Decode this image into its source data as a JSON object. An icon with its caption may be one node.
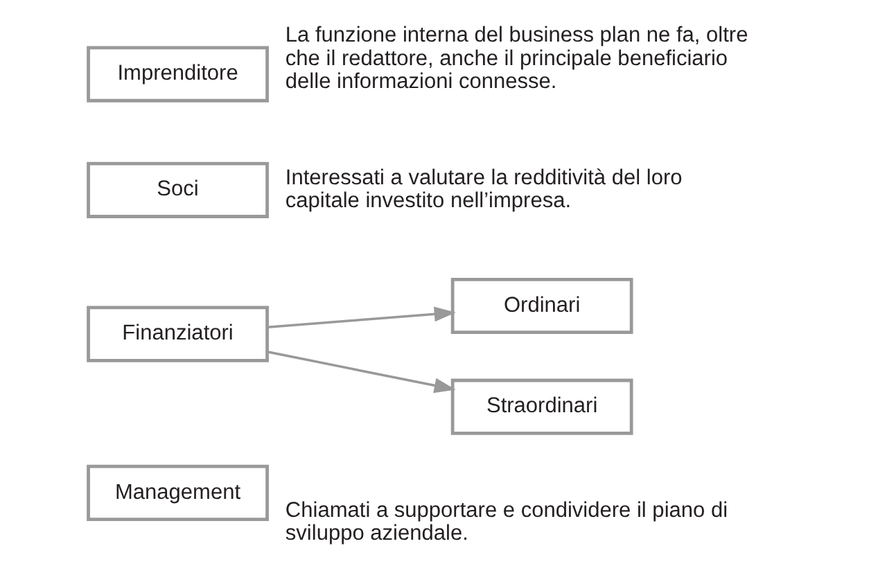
{
  "diagram": {
    "nodes": [
      {
        "text": [
          "Imprenditore"
        ],
        "beside": [
          "La funzione interna del business plan ne fa, oltre che il redattore, anche il principale beneficiario delle informazioni connesse."
        ]
      },
      {
        "text": [
          "Soci"
        ],
        "beside": [
          "Interessati a valutare la redditività del loro capitale investito nell’impresa."
        ]
      },
      {
        "text": [
          "Finanziatori"
        ]
      },
      {
        "text": [
          "Ordinari"
        ]
      },
      {
        "text": [
          "Straordinari"
        ]
      },
      {
        "text": [
          "Management"
        ],
        "beside": [
          "Chiamati a supportare e condividere il piano di sviluppo aziendale."
        ]
      }
    ],
    "edges": [
      {
        "from": 2,
        "to": 3,
        "arrow": "to"
      },
      {
        "from": 2,
        "to": 4,
        "arrow": "to"
      }
    ]
  }
}
